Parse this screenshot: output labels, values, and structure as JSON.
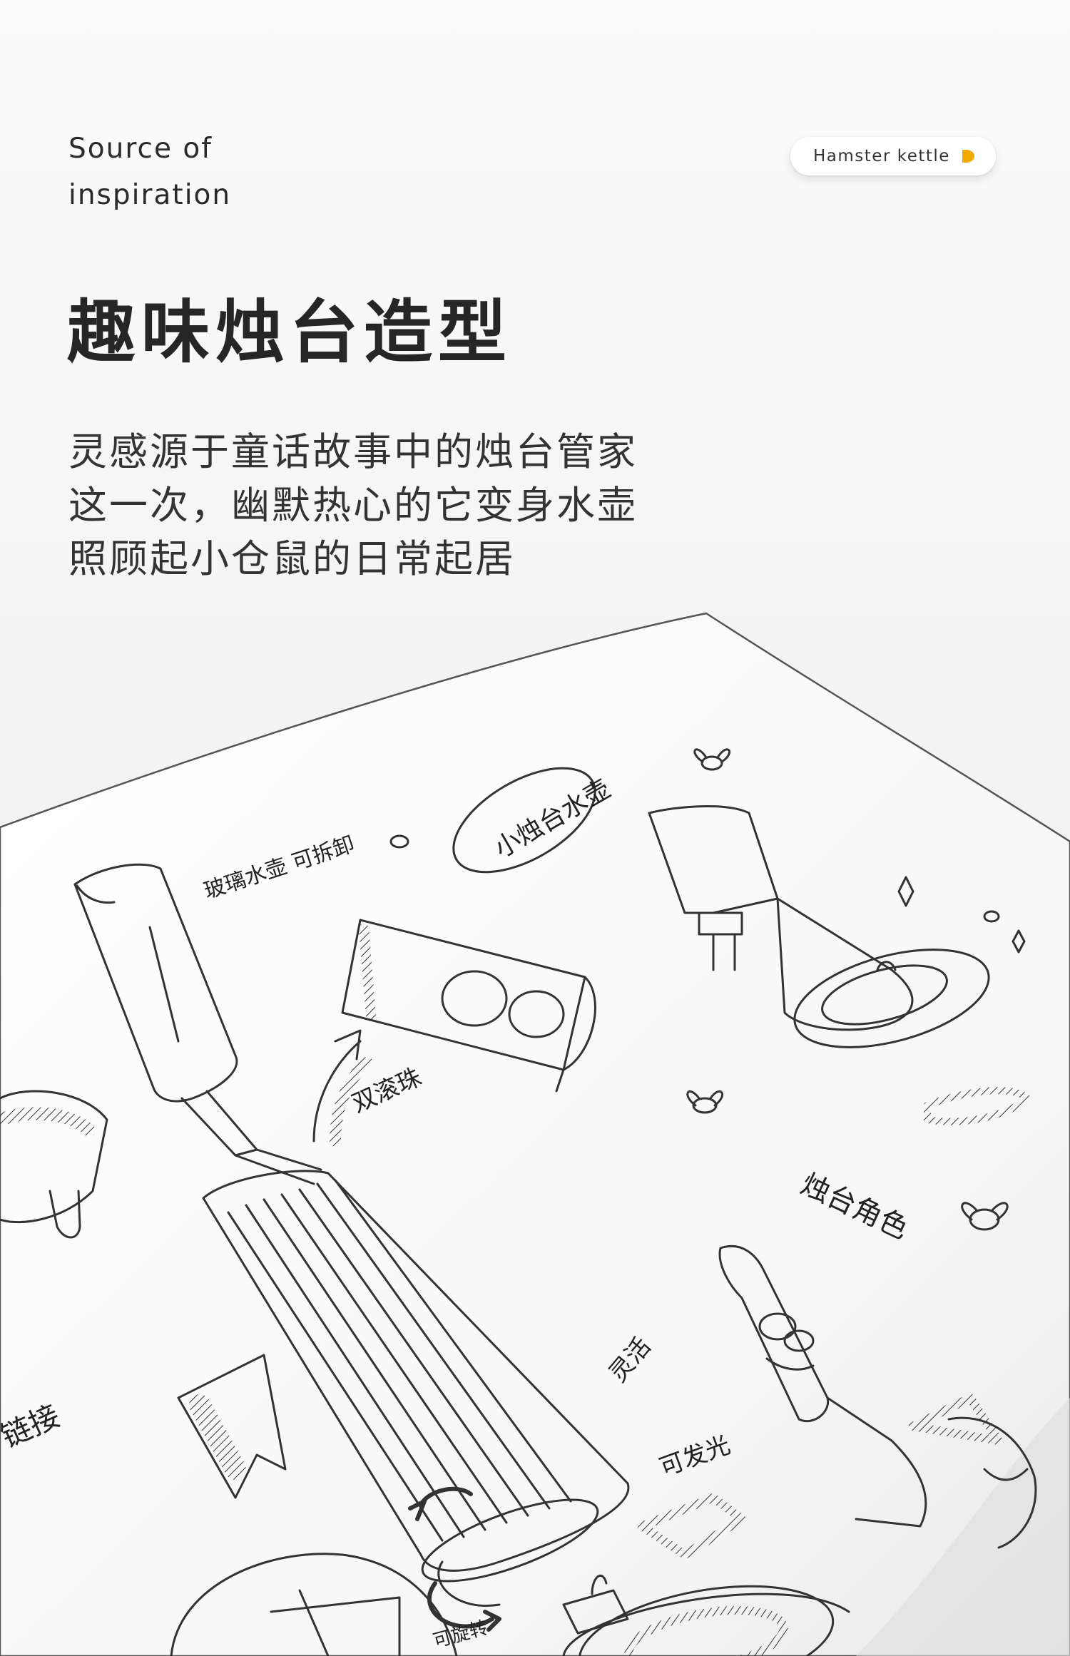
{
  "header": {
    "label_line1": "Source of",
    "label_line2": "inspiration"
  },
  "badge": {
    "text": "Hamster kettle",
    "icon": "play-triangle-icon",
    "icon_color": "#f2a900"
  },
  "title": "趣味烛台造型",
  "description": [
    "灵感源于童话故事中的烛台管家",
    "这一次，幽默热心的它变身水壶",
    "照顾起小仓鼠的日常起居"
  ],
  "sketch_notes": {
    "note_small_candle_kettle": "小烛台水壶",
    "note_glass_bottle": "玻璃水壶 可拆卸",
    "note_double_ball": "双滚珠",
    "note_rotate": "可旋转",
    "note_light": "可发光",
    "note_flexible": "灵活",
    "note_chain": "链接",
    "note_candle_character": "烛台角色"
  }
}
